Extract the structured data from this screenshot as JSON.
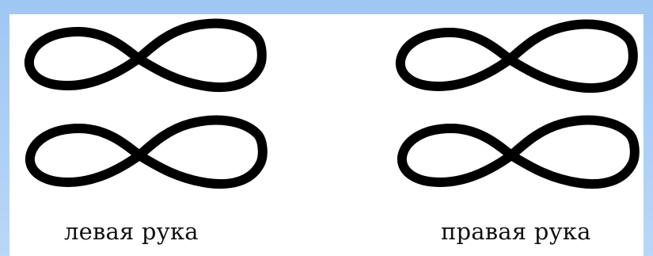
{
  "captions": {
    "left_hand": "левая рука",
    "right_hand": "правая рука"
  },
  "style": {
    "frame_color": "#9fc7f3",
    "panel_color": "#ffffff",
    "stroke_color": "#000000"
  },
  "groups": [
    {
      "side": "left",
      "figure_count": 2,
      "shape": "figure-eight"
    },
    {
      "side": "right",
      "figure_count": 2,
      "shape": "figure-eight"
    }
  ]
}
